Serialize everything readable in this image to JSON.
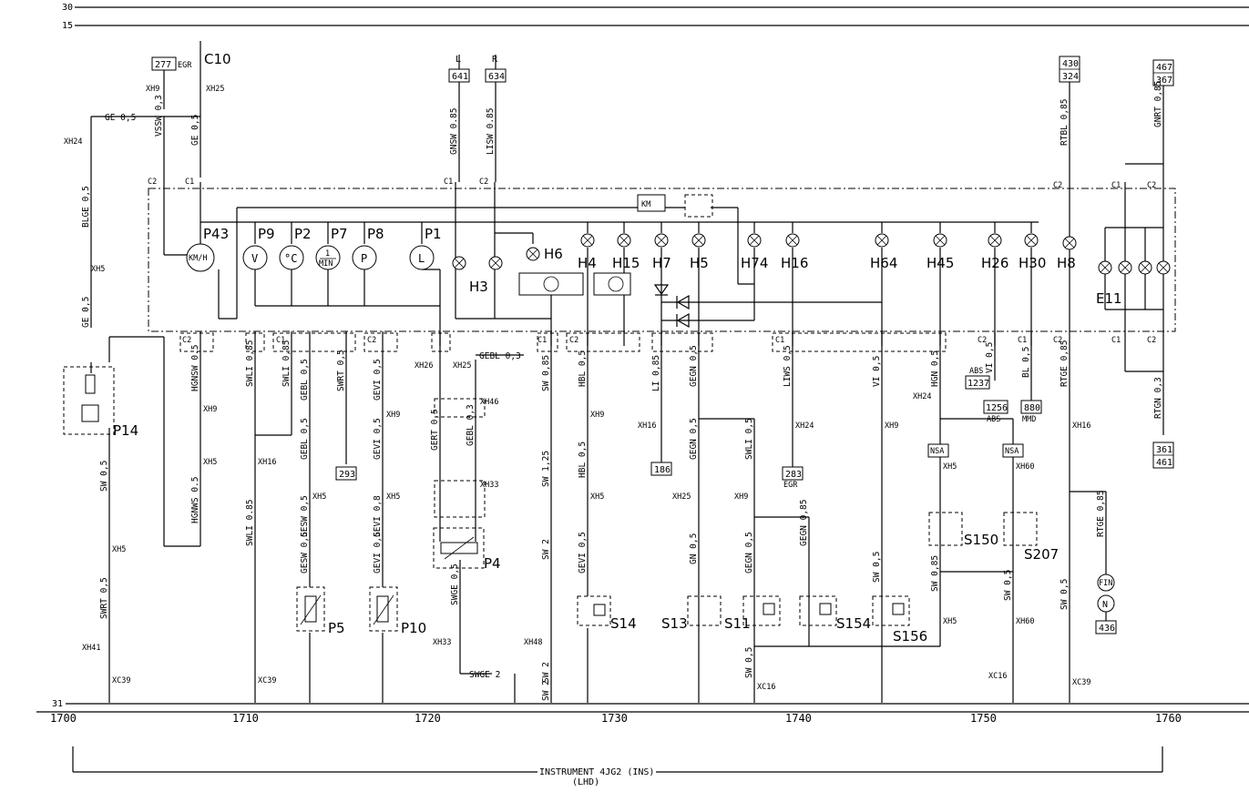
{
  "rails": {
    "r30": "30",
    "r15": "15",
    "r31": "31"
  },
  "tags": {
    "t277": "277",
    "egr1": "EGR",
    "t641": "641",
    "l641": "L",
    "t634": "634",
    "l634": "R",
    "t430": "430",
    "t324": "324",
    "t467": "467",
    "t367": "367",
    "t293": "293",
    "t186": "186",
    "t283": "283",
    "egr2": "EGR",
    "abs1": "ABS",
    "t1237": "1237",
    "t1256": "1256",
    "abs2": "ABS",
    "t880": "880",
    "mmd": "MMD",
    "t361": "361",
    "t461": "461",
    "t436": "436",
    "fin": "FIN",
    "n": "N",
    "nsa1": "NSA",
    "nsa2": "NSA",
    "km": "KM"
  },
  "gauges": {
    "p43": "KM/H",
    "p9": "V",
    "p2": "°C",
    "p7a": "1",
    "p7b": "MIN",
    "p8": "P",
    "p1": "L"
  },
  "components": {
    "c10": "C10",
    "p43": "P43",
    "p9": "P9",
    "p2": "P2",
    "p7": "P7",
    "p8": "P8",
    "p1": "P1",
    "h6": "H6",
    "h3": "H3",
    "h4": "H4",
    "h15": "H15",
    "h7": "H7",
    "h5": "H5",
    "h74": "H74",
    "h16": "H16",
    "h64": "H64",
    "h45": "H45",
    "h26": "H26",
    "h30": "H30",
    "h8": "H8",
    "e11": "E11",
    "p14": "P14",
    "p4": "P4",
    "p5": "P5",
    "p10": "P10",
    "s14": "S14",
    "s13": "S13",
    "s11": "S11",
    "s154": "S154",
    "s156": "S156",
    "s150": "S150",
    "s207": "S207"
  },
  "wires": {
    "ge05a": "GE 0,5",
    "vssw": "VSSW 0,3",
    "ge05b": "GE 0,5",
    "blge": "BLGE 0,5",
    "ge05c": "GE 0,5",
    "gnsw": "GNSW 0.85",
    "lisw": "LISW 0.85",
    "rtbl": "RTBL 0,85",
    "gnrt": "GNRT 0,85",
    "hgnsw": "HGNSW 0.5",
    "swli1": "SWLI 0,85",
    "swli2": "SWLI 0,85",
    "gebl1": "GEBL 0,5",
    "swrt1": "SWRT 0,5",
    "gevi1": "GEVI 0,5",
    "gebl2": "GEBL 0,3",
    "sw085": "SW 0,85",
    "hbl1": "HBL 0,5",
    "li085": "LI 0,85",
    "gegn1": "GEGN 0,5",
    "liws": "LIWS 0,5",
    "vi05": "VI 0,5",
    "hgn": "HGN 0,5",
    "vi05b": "VI 0,5",
    "bl05": "BL 0,5",
    "rtge1": "RTGE 0,85",
    "rtgn": "RTGN 0,3",
    "gebl3": "GEBL 0,5",
    "gevi2": "GEVI 0,5",
    "gert": "GERT 0,5",
    "gebl4": "GEBL 0,3",
    "sw125": "SW 1,25",
    "hbl2": "HBL 0,5",
    "gegn2": "GEGN 0,5",
    "swli3": "SWLI 0,5",
    "hgnws": "HGNWS 0.5",
    "swli4": "SWLI 0.85",
    "gesw1": "GESW 0,5",
    "gevi3": "GEVI 0,8",
    "gesw2": "GESW 0,5",
    "gevi4": "GEVI 0,5",
    "swge1": "SWGE 0,5",
    "sw2a": "SW 2",
    "gevi5": "GEVI 0,5",
    "gn05": "GN 0,5",
    "gegn3": "GEGN 0,5",
    "gegn4": "GEGN 0,85",
    "rtge2": "RTGE 0,85",
    "sw05a": "SW 0,5",
    "swrt2": "SWRT 0,5",
    "sw05b": "SW 0,85",
    "sw05c": "SW 0,5",
    "sw05d": "SW 0,5",
    "sw2b": "SW 2",
    "sw05e": "SW 0,5",
    "sw05f": "SW 0,5",
    "swge2": "SWGE 2",
    "sw2c": "SW 2"
  },
  "connectors": {
    "xh9": "XH9",
    "xh25": "XH25",
    "xh24": "XH24",
    "xh5": "XH5",
    "c2": "C2",
    "c1": "C1",
    "xh26": "XH26",
    "xh46": "XH46",
    "xh33": "XH33",
    "xh16": "XH16",
    "xh60": "XH60",
    "xh41": "XH41",
    "xc39": "XC39",
    "xh48": "XH48",
    "xc16": "XC16"
  },
  "ruler": {
    "start": "1700",
    "n1710": "1710",
    "n1720": "1720",
    "n1730": "1730",
    "n1740": "1740",
    "n1750": "1750",
    "n1760": "1760"
  },
  "footer": {
    "title": "INSTRUMENT 4JG2 (INS)",
    "sub": "(LHD)"
  }
}
